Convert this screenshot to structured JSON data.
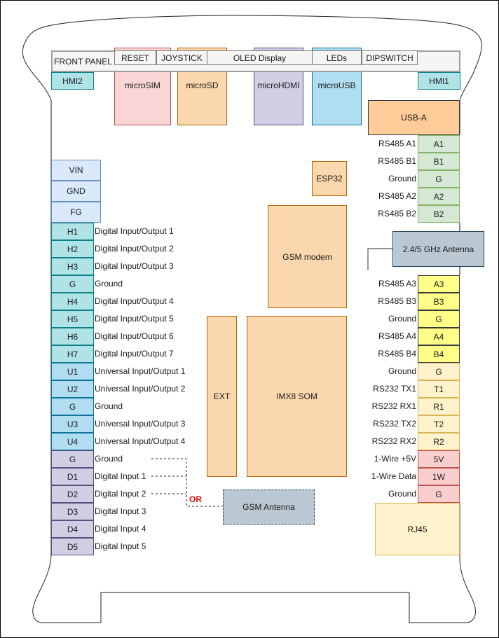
{
  "front_panel": {
    "title": "FRONT PANEL",
    "buttons": [
      "RESET",
      "JOYSTICK",
      "OLED Display",
      "LEDs",
      "DIPSWITCH"
    ],
    "hmi_left": "HMI2",
    "hmi_right": "HMI1"
  },
  "top_connectors": [
    "microSIM",
    "microSD",
    "microHDMI",
    "microUSB"
  ],
  "usb_a": "USB-A",
  "power": [
    "VIN",
    "GND",
    "FG"
  ],
  "left_pins": [
    {
      "pin": "H1",
      "label": "Digital Input/Output 1",
      "group": "teal"
    },
    {
      "pin": "H2",
      "label": "Digital Input/Output 2",
      "group": "teal"
    },
    {
      "pin": "H3",
      "label": "Digital Input/Output 3",
      "group": "teal"
    },
    {
      "pin": "G",
      "label": "Ground",
      "group": "teal"
    },
    {
      "pin": "H4",
      "label": "Digital Input/Output 4",
      "group": "teal"
    },
    {
      "pin": "H5",
      "label": "Digital Input/Output 5",
      "group": "teal"
    },
    {
      "pin": "H6",
      "label": "Digital Input/Output 6",
      "group": "teal"
    },
    {
      "pin": "H7",
      "label": "Digital Input/Output 7",
      "group": "teal"
    },
    {
      "pin": "U1",
      "label": "Universal Input/Output 1",
      "group": "blue"
    },
    {
      "pin": "U2",
      "label": "Universal Input/Output 2",
      "group": "blue"
    },
    {
      "pin": "G",
      "label": "Ground",
      "group": "blue"
    },
    {
      "pin": "U3",
      "label": "Universal Input/Output 3",
      "group": "blue"
    },
    {
      "pin": "U4",
      "label": "Universal Input/Output 4",
      "group": "blue"
    },
    {
      "pin": "G",
      "label": "Ground",
      "group": "purple"
    },
    {
      "pin": "D1",
      "label": "Digital Input 1",
      "group": "purple"
    },
    {
      "pin": "D2",
      "label": "Digital Input 2",
      "group": "purple"
    },
    {
      "pin": "D3",
      "label": "Digital Input 3",
      "group": "purple"
    },
    {
      "pin": "D4",
      "label": "Digital Input 4",
      "group": "purple"
    },
    {
      "pin": "D5",
      "label": "Digital Input 5",
      "group": "purple"
    }
  ],
  "right_pins_top": [
    {
      "pin": "A1",
      "label": "RS485 A1",
      "group": "green"
    },
    {
      "pin": "B1",
      "label": "RS485 B1",
      "group": "green"
    },
    {
      "pin": "G",
      "label": "Ground",
      "group": "green"
    },
    {
      "pin": "A2",
      "label": "RS485 A2",
      "group": "green"
    },
    {
      "pin": "B2",
      "label": "RS485 B2",
      "group": "green"
    }
  ],
  "right_pins_bottom": [
    {
      "pin": "A3",
      "label": "RS485 A3",
      "group": "yellow"
    },
    {
      "pin": "B3",
      "label": "RS485 B3",
      "group": "yellow"
    },
    {
      "pin": "G",
      "label": "Ground",
      "group": "yellow"
    },
    {
      "pin": "A4",
      "label": "RS485 A4",
      "group": "yellow"
    },
    {
      "pin": "B4",
      "label": "RS485 B4",
      "group": "yellow"
    },
    {
      "pin": "G",
      "label": "Ground",
      "group": "cream"
    },
    {
      "pin": "T1",
      "label": "RS232 TX1",
      "group": "cream"
    },
    {
      "pin": "R1",
      "label": "RS232 RX1",
      "group": "cream"
    },
    {
      "pin": "T2",
      "label": "RS232 TX2",
      "group": "cream"
    },
    {
      "pin": "R2",
      "label": "RS232 RX2",
      "group": "cream"
    },
    {
      "pin": "5V",
      "label": "1-Wire +5V",
      "group": "red"
    },
    {
      "pin": "1W",
      "label": "1-Wire Data",
      "group": "red"
    },
    {
      "pin": "G",
      "label": "Ground",
      "group": "red"
    }
  ],
  "chips": {
    "esp32": "ESP32",
    "gsm_modem": "GSM modem",
    "ext": "EXT",
    "som": "IMX8 SOM"
  },
  "antennas": {
    "wifi": "2.4/5 GHz Antenna",
    "gsm": "GSM Antenna",
    "or_label": "OR"
  },
  "rj45": "RJ45"
}
